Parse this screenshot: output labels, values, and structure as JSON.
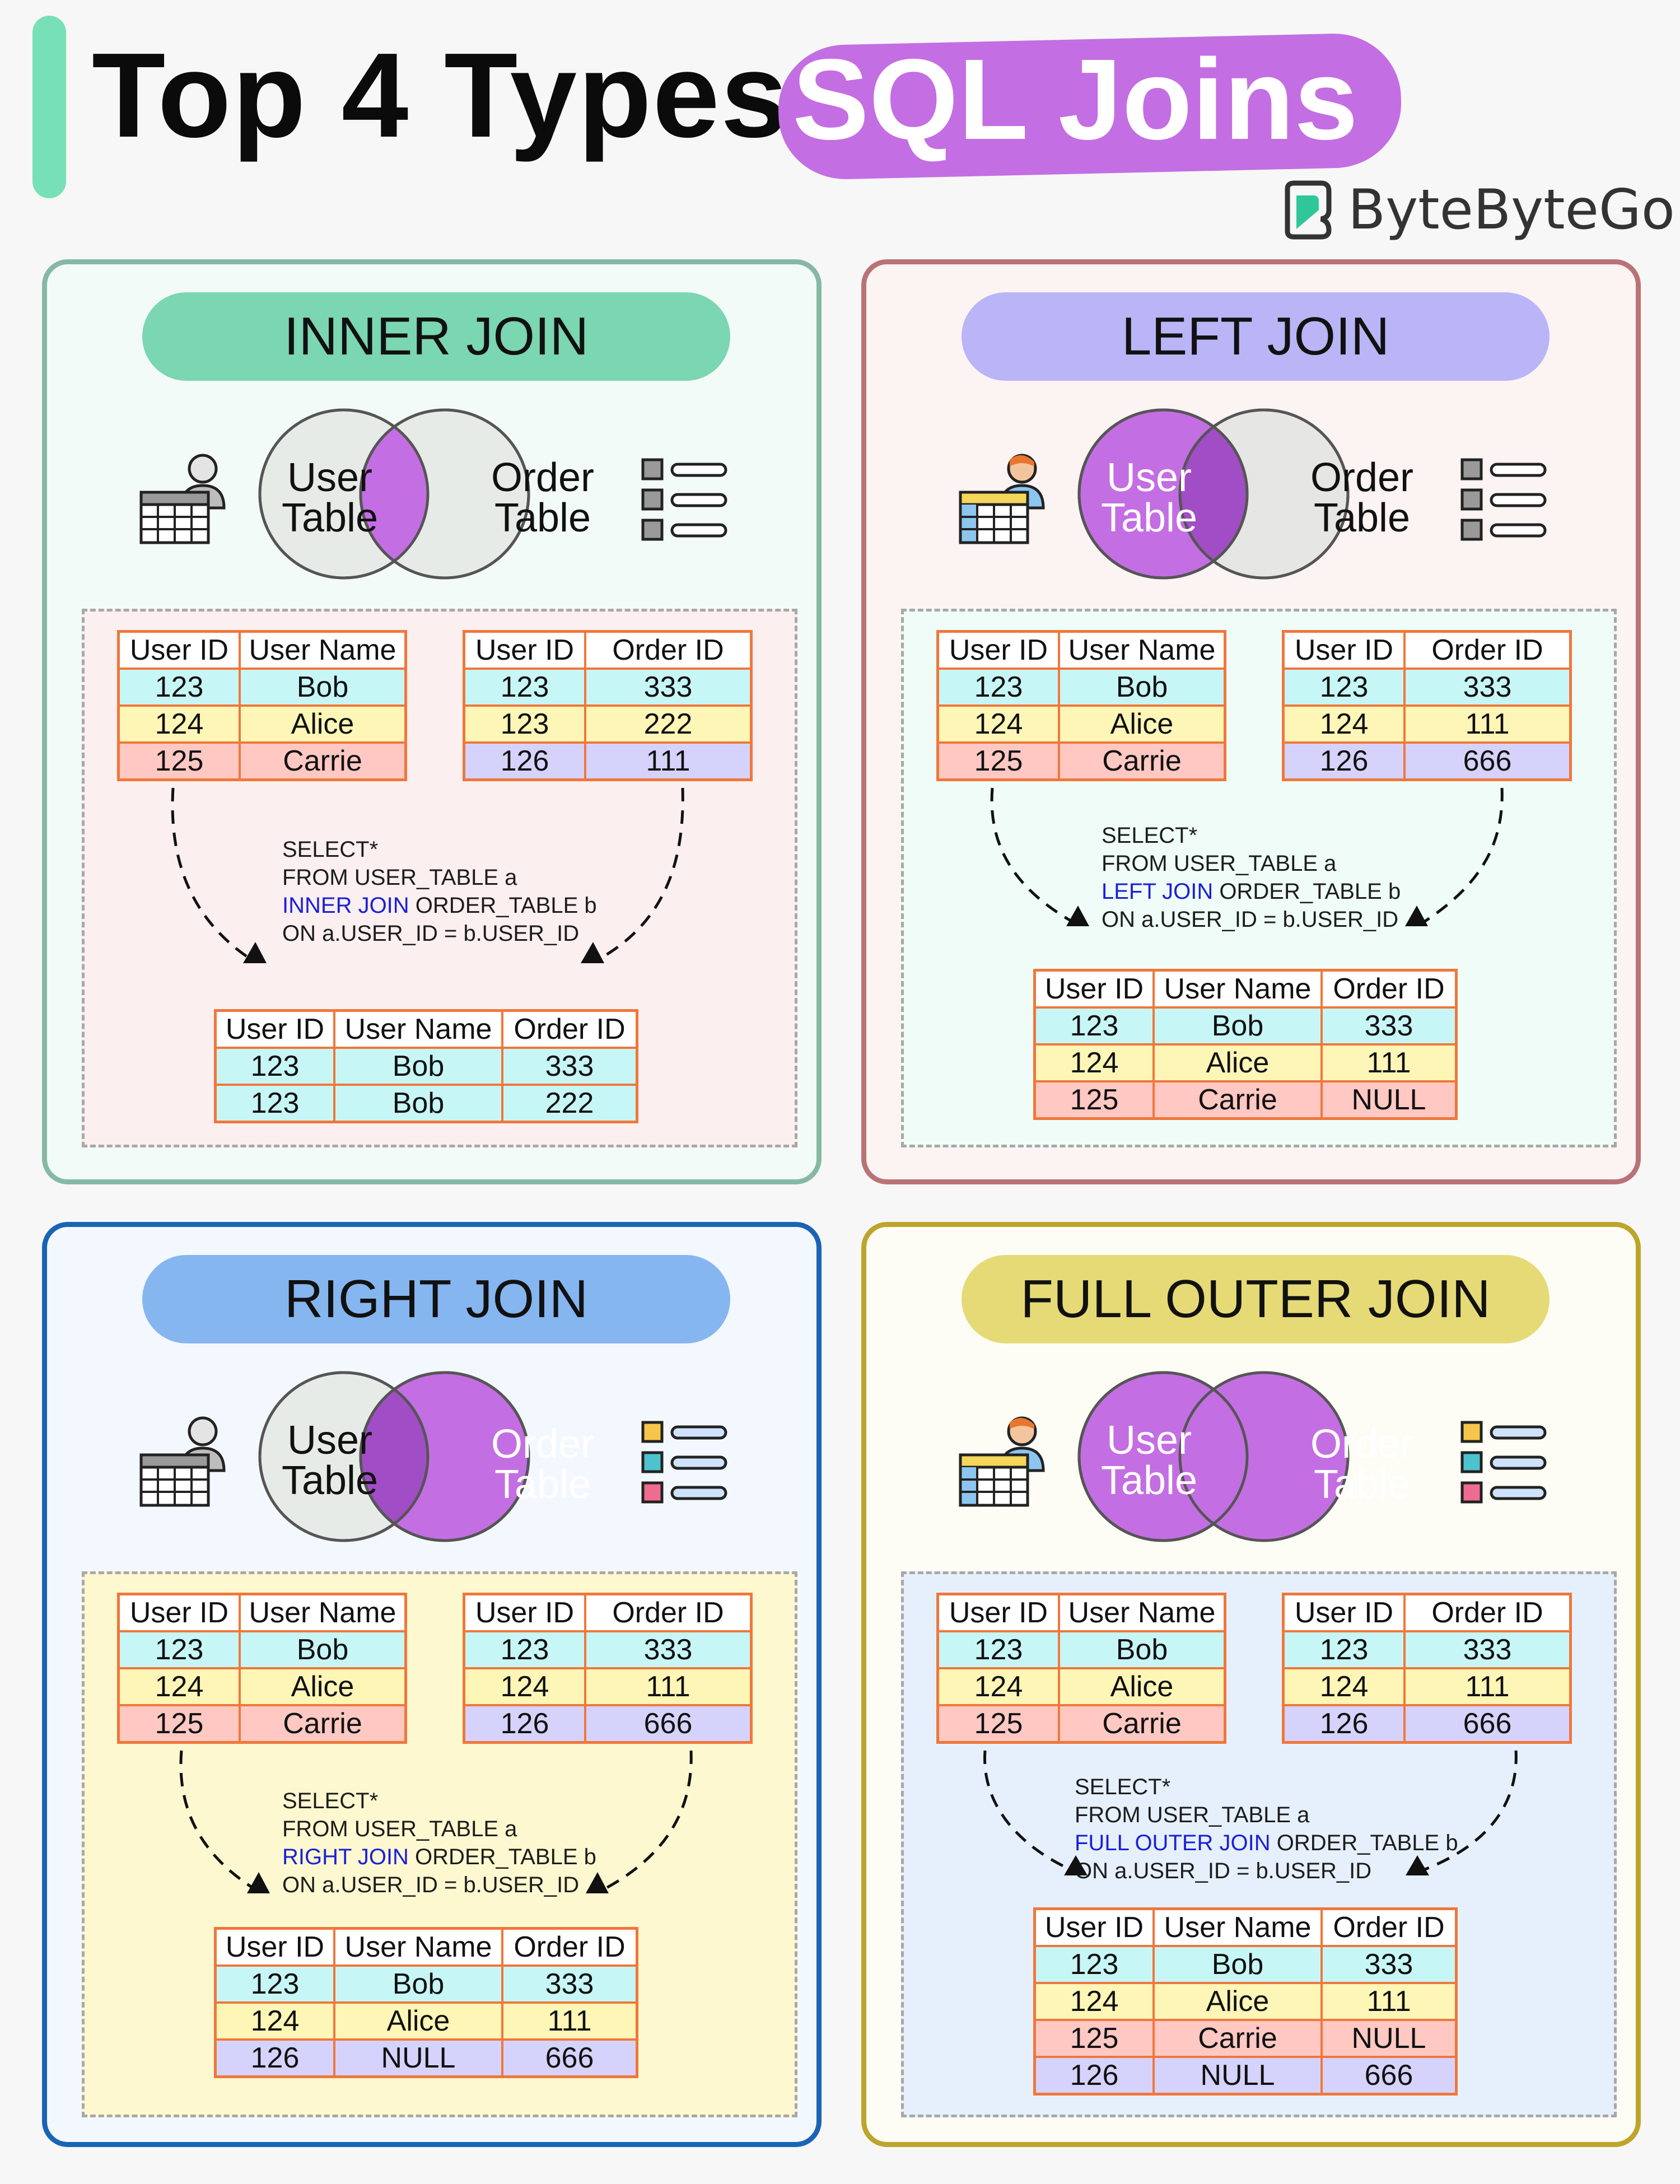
{
  "header": {
    "title": "Top 4 Types",
    "highlight": "SQL Joins",
    "brand": "ByteByteGo"
  },
  "common": {
    "venn_left": "User\nTable",
    "venn_right": "Order\nTable",
    "user_cols": [
      "User ID",
      "User Name"
    ],
    "order_cols": [
      "User ID",
      "Order ID"
    ],
    "result_cols": [
      "User ID",
      "User Name",
      "Order ID"
    ],
    "sql_select": "SELECT*",
    "sql_from": "FROM USER_TABLE a",
    "sql_join_rest": " ORDER_TABLE b",
    "sql_on": "ON a.USER_ID = b.USER_ID"
  },
  "colors": {
    "user_row": "#c46ee3",
    "venn_idle": "#e6ebe8",
    "null": "#e8222a",
    "keyword": "#1a20d6",
    "table_border": "#f0773b"
  },
  "panels": [
    {
      "title": "INNER JOIN",
      "keyword": "INNER JOIN",
      "user_rows": [
        [
          "123",
          "Bob"
        ],
        [
          "124",
          "Alice"
        ],
        [
          "125",
          "Carrie"
        ]
      ],
      "order_rows": [
        [
          "123",
          "333"
        ],
        [
          "123",
          "222"
        ],
        [
          "126",
          "111"
        ]
      ],
      "result_rows": [
        [
          "123",
          "Bob",
          "333"
        ],
        [
          "123",
          "Bob",
          "222"
        ]
      ]
    },
    {
      "title": "LEFT JOIN",
      "keyword": "LEFT JOIN",
      "user_rows": [
        [
          "123",
          "Bob"
        ],
        [
          "124",
          "Alice"
        ],
        [
          "125",
          "Carrie"
        ]
      ],
      "order_rows": [
        [
          "123",
          "333"
        ],
        [
          "124",
          "111"
        ],
        [
          "126",
          "666"
        ]
      ],
      "result_rows": [
        [
          "123",
          "Bob",
          "333"
        ],
        [
          "124",
          "Alice",
          "111"
        ],
        [
          "125",
          "Carrie",
          "NULL"
        ]
      ]
    },
    {
      "title": "RIGHT JOIN",
      "keyword": "RIGHT JOIN",
      "user_rows": [
        [
          "123",
          "Bob"
        ],
        [
          "124",
          "Alice"
        ],
        [
          "125",
          "Carrie"
        ]
      ],
      "order_rows": [
        [
          "123",
          "333"
        ],
        [
          "124",
          "111"
        ],
        [
          "126",
          "666"
        ]
      ],
      "result_rows": [
        [
          "123",
          "Bob",
          "333"
        ],
        [
          "124",
          "Alice",
          "111"
        ],
        [
          "126",
          "NULL",
          "666"
        ]
      ]
    },
    {
      "title": "FULL OUTER JOIN",
      "keyword": "FULL OUTER JOIN",
      "user_rows": [
        [
          "123",
          "Bob"
        ],
        [
          "124",
          "Alice"
        ],
        [
          "125",
          "Carrie"
        ]
      ],
      "order_rows": [
        [
          "123",
          "333"
        ],
        [
          "124",
          "111"
        ],
        [
          "126",
          "666"
        ]
      ],
      "result_rows": [
        [
          "123",
          "Bob",
          "333"
        ],
        [
          "124",
          "Alice",
          "111"
        ],
        [
          "125",
          "Carrie",
          "NULL"
        ],
        [
          "126",
          "NULL",
          "666"
        ]
      ]
    }
  ]
}
